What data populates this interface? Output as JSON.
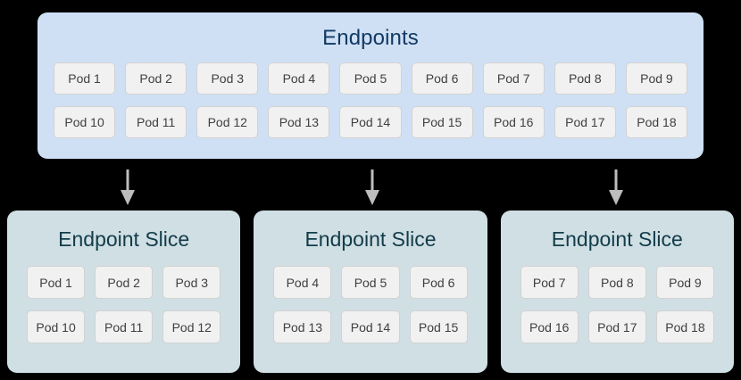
{
  "diagram": {
    "colors": {
      "background": "#000000",
      "endpoints_fill": "#cfe0f5",
      "endpoints_title": "#123a63",
      "slice_fill": "#d0dfe4",
      "slice_title": "#123c49",
      "pod_fill": "#f1f1f1",
      "pod_border": "#d2d2d2",
      "pod_text": "#3f3f3f",
      "arrow": "#bdbdbd"
    },
    "endpoints": {
      "title": "Endpoints",
      "rows": [
        [
          "Pod 1",
          "Pod 2",
          "Pod 3",
          "Pod 4",
          "Pod 5",
          "Pod 6",
          "Pod 7",
          "Pod 8",
          "Pod 9"
        ],
        [
          "Pod 10",
          "Pod 11",
          "Pod 12",
          "Pod 13",
          "Pod 14",
          "Pod 15",
          "Pod 16",
          "Pod 17",
          "Pod 18"
        ]
      ]
    },
    "arrows": [
      {
        "name": "arrow-to-slice-1"
      },
      {
        "name": "arrow-to-slice-2"
      },
      {
        "name": "arrow-to-slice-3"
      }
    ],
    "slices": [
      {
        "title": "Endpoint Slice",
        "rows": [
          [
            "Pod 1",
            "Pod 2",
            "Pod 3"
          ],
          [
            "Pod 10",
            "Pod 11",
            "Pod 12"
          ]
        ]
      },
      {
        "title": "Endpoint Slice",
        "rows": [
          [
            "Pod 4",
            "Pod 5",
            "Pod 6"
          ],
          [
            "Pod 13",
            "Pod 14",
            "Pod 15"
          ]
        ]
      },
      {
        "title": "Endpoint Slice",
        "rows": [
          [
            "Pod 7",
            "Pod 8",
            "Pod 9"
          ],
          [
            "Pod 16",
            "Pod 17",
            "Pod 18"
          ]
        ]
      }
    ]
  }
}
